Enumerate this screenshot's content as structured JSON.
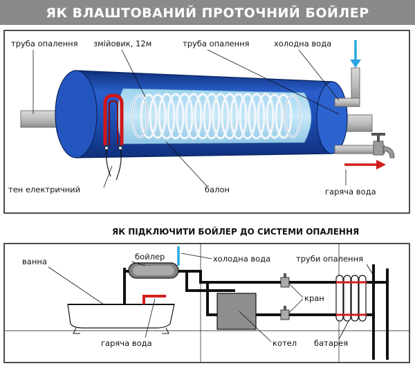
{
  "title": "ЯК ВЛАШТОВАНИЙ ПРОТОЧНИЙ БОЙЛЕР",
  "top_labels": {
    "heating_pipe_left": "труба опалення",
    "coil": "змійовик, 12м",
    "heating_pipe_right": "труба опалення",
    "cold_water": "холодна вода",
    "heater": "тен електричний",
    "tank": "балон",
    "hot_water": "гаряча вода"
  },
  "subtitle": "ЯК ПІДКЛЮЧИТИ БОЙЛЕР ДО СИСТЕМИ ОПАЛЕННЯ",
  "bottom_labels": {
    "bath": "ванна",
    "boiler": "бойлер",
    "cold_water": "холодна вода",
    "heating_pipes": "труби опалення",
    "valve": "кран",
    "hot_water": "гаряча вода",
    "furnace": "котел",
    "radiator": "батарея"
  },
  "colors": {
    "title_bg": "#8a8a8a",
    "tank_blue": "#1f4fb5",
    "tank_dark": "#0f2f7a",
    "coil": "#e6eef7",
    "heater_red": "#d01818",
    "cold_arrow": "#2aa7e0",
    "hot_arrow": "#d21d1d",
    "pipe_gray": "#b9b9b9",
    "furnace_gray": "#8e8e8e"
  }
}
